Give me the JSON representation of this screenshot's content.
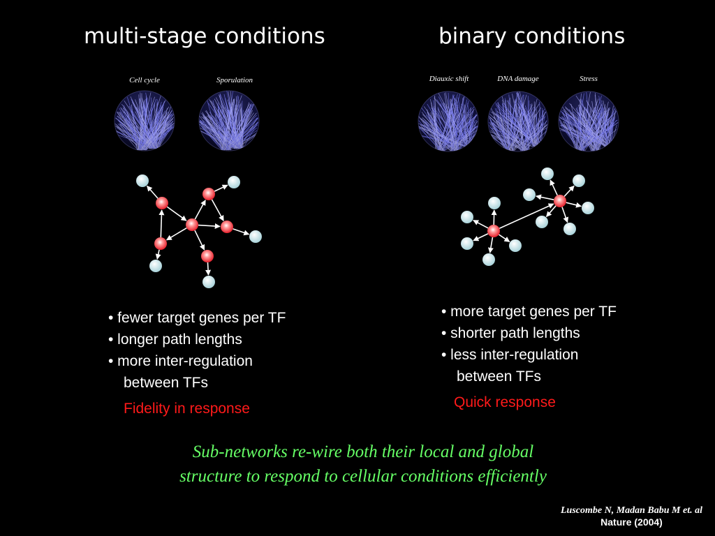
{
  "left": {
    "heading": "multi-stage conditions",
    "networks": [
      "Cell cycle",
      "Sporulation"
    ],
    "bullets": [
      "• fewer target genes per TF",
      "• longer path lengths",
      "• more inter-regulation",
      "between TFs"
    ],
    "response": "Fidelity in response"
  },
  "right": {
    "heading": "binary conditions",
    "networks": [
      "Diauxic shift",
      "DNA damage",
      "Stress"
    ],
    "bullets": [
      "• more target genes per TF",
      "• shorter path lengths",
      "• less inter-regulation",
      "between TFs"
    ],
    "response": "Quick response"
  },
  "summary": [
    "Sub-networks re-wire both their local and global",
    "structure to respond to cellular conditions efficiently"
  ],
  "citation": {
    "authors": "Luscombe N, Madan Babu M et. al",
    "journal": "Nature (2004)"
  },
  "colors": {
    "background": "#000000",
    "tf_node": "#ff3b3b",
    "target_node": "#cde8ec",
    "network_edge": "#7a7cff",
    "response": "#ff1a1a",
    "summary": "#66ff66"
  }
}
